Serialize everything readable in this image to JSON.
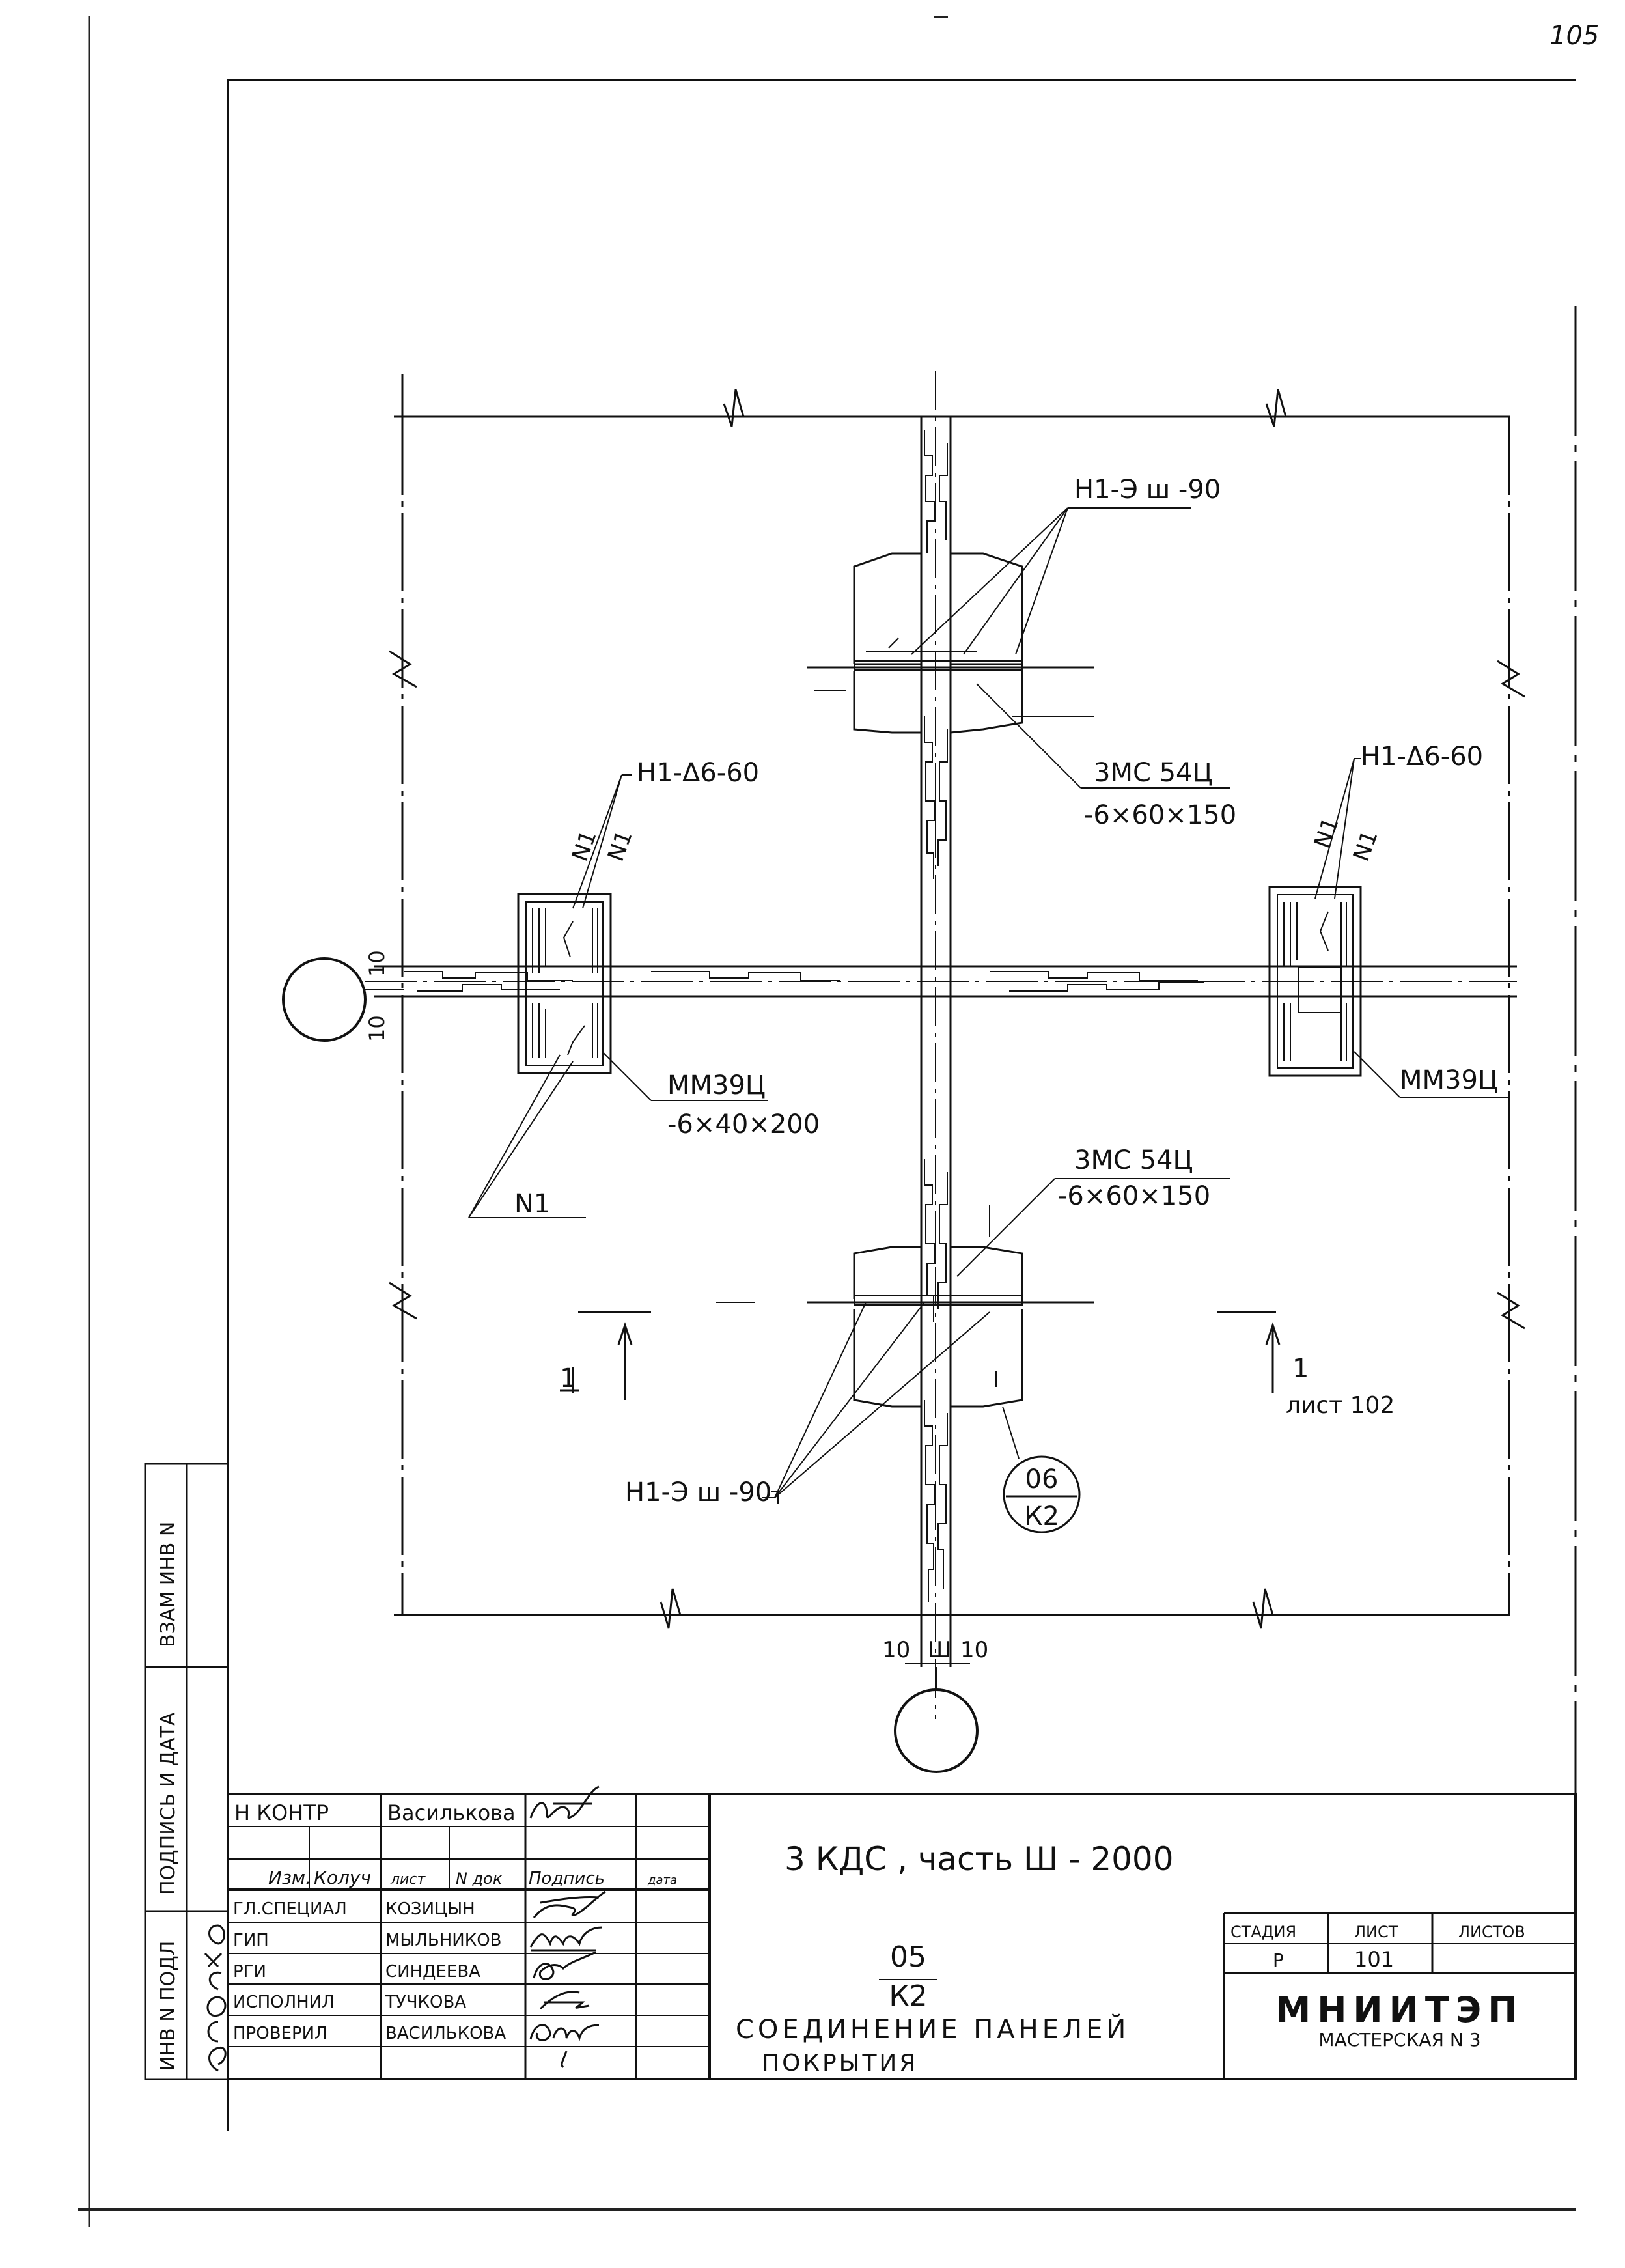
{
  "page_number": "105",
  "drawing": {
    "callouts": {
      "top_weld": "Н1-Э ш -90",
      "top_plate_name": "3МС 54Ц",
      "top_plate_size": "-6×60×150",
      "left_weld": "Н1-Δ6-60",
      "left_n1_a": "N1",
      "left_n1_b": "N1",
      "left_plate_name": "ММ39Ц",
      "left_plate_size": "-6×40×200",
      "left_n1_bottom": "N1",
      "right_weld": "Н1-Δ6-60",
      "right_n1_a": "N1",
      "right_n1_b": "N1",
      "right_plate_name": "ММ39Ц",
      "bottom_plate_name": "3МС 54Ц",
      "bottom_plate_size": "-6×60×150",
      "bottom_weld": "Н1-Э ш -90",
      "section_left": "1",
      "section_right": "1",
      "section_sheet": "лист 102",
      "node_top": "06",
      "node_bottom": "К2",
      "dim_left_10a": "10",
      "dim_left_10b": "10",
      "dim_bottom_10a": "10",
      "dim_bottom_mid": "Ш",
      "dim_bottom_10b": "10"
    }
  },
  "side_stamp": {
    "vzam": "ВЗАМ ИНВ N",
    "podpis": "ПОДПИСЬ И ДАТА",
    "inv": "ИНВ N ПОДЛ"
  },
  "title_block": {
    "nkontr_label": "Н КОНТР",
    "nkontr_name": "Васильковa",
    "hdr_izm": "Изм.",
    "hdr_koluch": "Колуч",
    "hdr_list": "лист",
    "hdr_ndok": "N док",
    "hdr_podpis": "Подпись",
    "hdr_data": "дата",
    "people": [
      {
        "role": "ГЛ.СПЕЦИАЛ",
        "name": "КОЗИЦЫН"
      },
      {
        "role": "ГИП",
        "name": "МЫЛЬНИКОВ"
      },
      {
        "role": "РГИ",
        "name": "СИНДЕЕВА"
      },
      {
        "role": "ИСПОЛНИЛ",
        "name": "ТУЧКОВА"
      },
      {
        "role": "ПРОВЕРИЛ",
        "name": "ВАСИЛЬКОВА"
      }
    ],
    "project": "3 КДС , часть Ш - 2000",
    "node_num": "05",
    "node_sheet": "К2",
    "title_line1": "СОЕДИНЕНИЕ ПАНЕЛЕЙ",
    "title_line2": "ПОКРЫТИЯ",
    "stage_label": "СТАДИЯ",
    "list_label": "ЛИСТ",
    "lists_label": "ЛИСТОВ",
    "stage": "Р",
    "list": "101",
    "org": "МНИИТЭП",
    "workshop": "МАСТЕРСКАЯ N 3"
  }
}
